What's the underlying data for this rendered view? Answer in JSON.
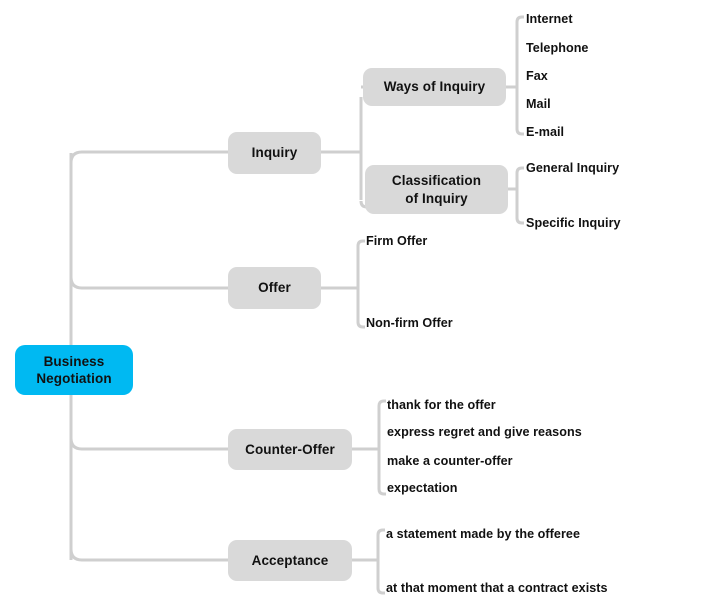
{
  "diagram": {
    "title": "Business Negotiation mind map",
    "colors": {
      "root_fill": "#00b9f2",
      "node_fill": "#d9d9d9",
      "connector": "#cfcfcf",
      "text": "#111111",
      "background": "#ffffff"
    },
    "root": {
      "label": "Business\nNegotiation",
      "line1": "Business",
      "line2": "Negotiation"
    },
    "branches": [
      {
        "id": "inquiry",
        "label": "Inquiry",
        "children": [
          {
            "id": "ways-of-inquiry",
            "label": "Ways of Inquiry",
            "leaves": [
              "Internet",
              "Telephone",
              "Fax",
              "Mail",
              "E-mail"
            ]
          },
          {
            "id": "classification-of-inquiry",
            "label": "Classification of Inquiry",
            "line1": "Classification",
            "line2": "of Inquiry",
            "leaves": [
              "General Inquiry",
              "Specific Inquiry"
            ]
          }
        ]
      },
      {
        "id": "offer",
        "label": "Offer",
        "leaves": [
          "Firm Offer",
          "Non-firm Offer"
        ]
      },
      {
        "id": "counter-offer",
        "label": "Counter-Offer",
        "leaves": [
          "thank for the offer",
          "express regret and give reasons",
          "make a counter-offer",
          "expectation"
        ]
      },
      {
        "id": "acceptance",
        "label": "Acceptance",
        "leaves": [
          "a statement made by the offeree",
          "at that moment that a contract exists"
        ]
      }
    ]
  }
}
